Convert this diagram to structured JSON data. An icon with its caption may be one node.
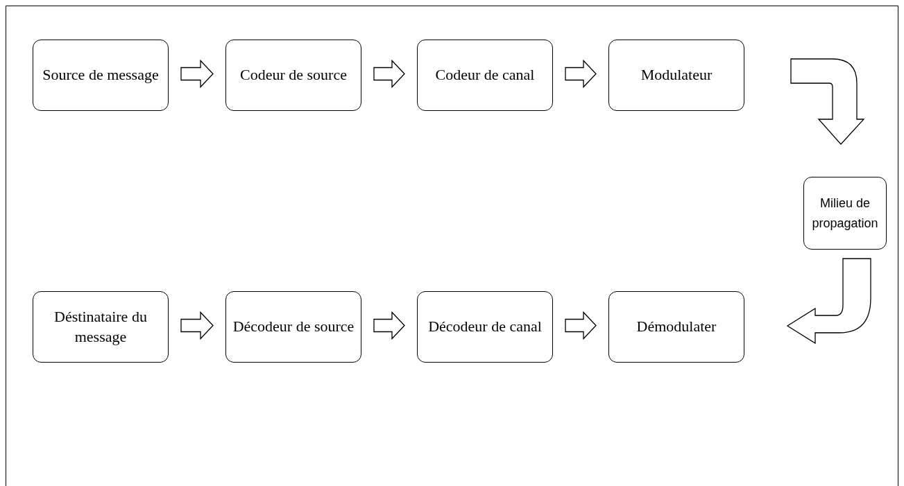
{
  "diagram": {
    "nodes": [
      {
        "text": [
          "Source de message"
        ]
      },
      {
        "text": [
          "Codeur de source"
        ]
      },
      {
        "text": [
          "Codeur de canal"
        ]
      },
      {
        "text": [
          "Modulateur"
        ]
      },
      {
        "text": [
          "Milieu de propagation"
        ]
      },
      {
        "text": [
          "Déstinataire du message"
        ]
      },
      {
        "text": [
          "Décodeur de source"
        ]
      },
      {
        "text": [
          "Décodeur de canal"
        ]
      },
      {
        "text": [
          "Démodulater"
        ]
      }
    ],
    "edges": [
      {
        "from": 0,
        "to": 1,
        "arrow": "to"
      },
      {
        "from": 1,
        "to": 2,
        "arrow": "to"
      },
      {
        "from": 2,
        "to": 3,
        "arrow": "to"
      },
      {
        "from": 3,
        "to": 4,
        "arrow": "to"
      },
      {
        "from": 4,
        "to": 8,
        "arrow": "to"
      },
      {
        "from": 5,
        "to": 6,
        "arrow": "to"
      },
      {
        "from": 6,
        "to": 7,
        "arrow": "to"
      },
      {
        "from": 7,
        "to": 8,
        "arrow": "to"
      }
    ]
  }
}
